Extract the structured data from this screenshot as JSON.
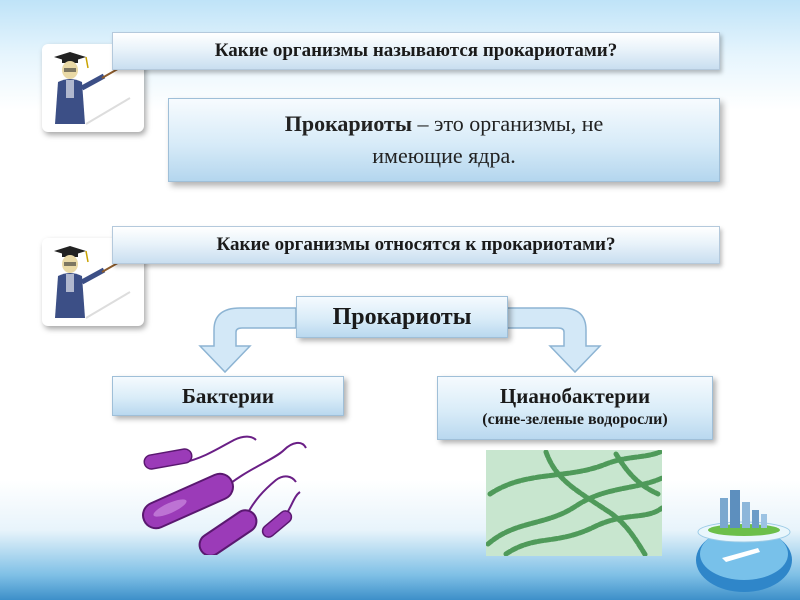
{
  "questions": {
    "q1": "Какие организмы называются прокариотами?",
    "q2": "Какие организмы относятся к прокариотами?"
  },
  "definition": {
    "term": "Прокариоты",
    "rest_line1": " – это организмы, не",
    "line2": "имеющие ядра."
  },
  "diagram": {
    "root": "Прокариоты",
    "left_label": "Бактерии",
    "right_label": "Цианобактерии",
    "right_sub": "(сине-зеленые водоросли)"
  },
  "colors": {
    "bacteria": "#9b3bb8",
    "cyano_bg": "#c8e6cf",
    "cyano_cell": "#4f9a5a",
    "arrow": "#cfe6f6"
  },
  "icons": [
    "professor-icon",
    "professor-icon",
    "globe-city-icon"
  ]
}
